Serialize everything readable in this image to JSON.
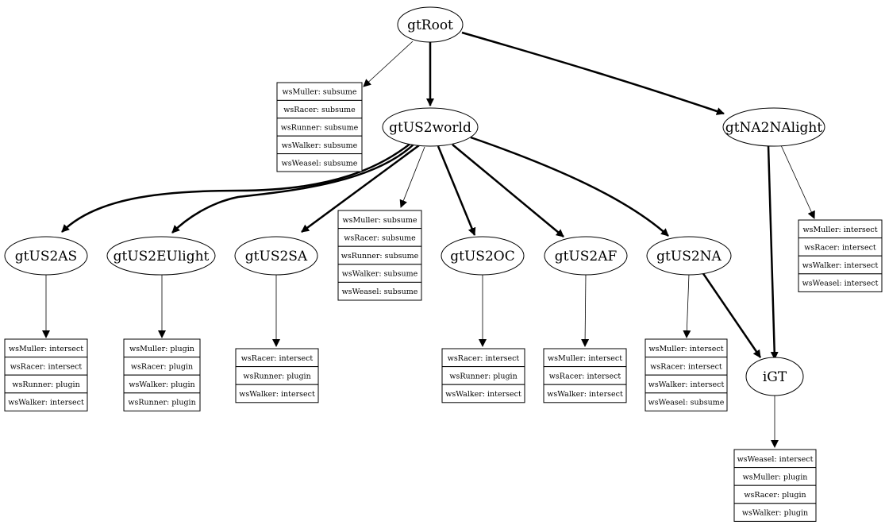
{
  "nodes": {
    "gtRoot": "gtRoot",
    "gtUS2world": "gtUS2world",
    "gtNA2NAlight": "gtNA2NAlight",
    "gtUS2AS": "gtUS2AS",
    "gtUS2EUlight": "gtUS2EUlight",
    "gtUS2SA": "gtUS2SA",
    "gtUS2OC": "gtUS2OC",
    "gtUS2AF": "gtUS2AF",
    "gtUS2NA": "gtUS2NA",
    "iGT": "iGT"
  },
  "tables": {
    "root": [
      "wsMuller: subsume",
      "wsRacer: subsume",
      "wsRunner: subsume",
      "wsWalker: subsume",
      "wsWeasel: subsume"
    ],
    "world": [
      "wsMuller: subsume",
      "wsRacer: subsume",
      "wsRunner: subsume",
      "wsWalker: subsume",
      "wsWeasel: subsume"
    ],
    "na2nalight": [
      "wsMuller: intersect",
      "wsRacer: intersect",
      "wsWalker: intersect",
      "wsWeasel: intersect"
    ],
    "as": [
      "wsMuller: intersect",
      "wsRacer: intersect",
      "wsRunner: plugin",
      "wsWalker: intersect"
    ],
    "eulight": [
      "wsMuller: plugin",
      "wsRacer: plugin",
      "wsWalker: plugin",
      "wsRunner: plugin"
    ],
    "sa": [
      "wsRacer: intersect",
      "wsRunner: plugin",
      "wsWalker: intersect"
    ],
    "oc": [
      "wsRacer: intersect",
      "wsRunner: plugin",
      "wsWalker: intersect"
    ],
    "af": [
      "wsMuller: intersect",
      "wsRacer: intersect",
      "wsWalker: intersect"
    ],
    "na": [
      "wsMuller: intersect",
      "wsRacer: intersect",
      "wsWalker: intersect",
      "wsWeasel: subsume"
    ],
    "igt": [
      "wsWeasel: intersect",
      "wsMuller: plugin",
      "wsRacer: plugin",
      "wsWalker: plugin"
    ]
  }
}
